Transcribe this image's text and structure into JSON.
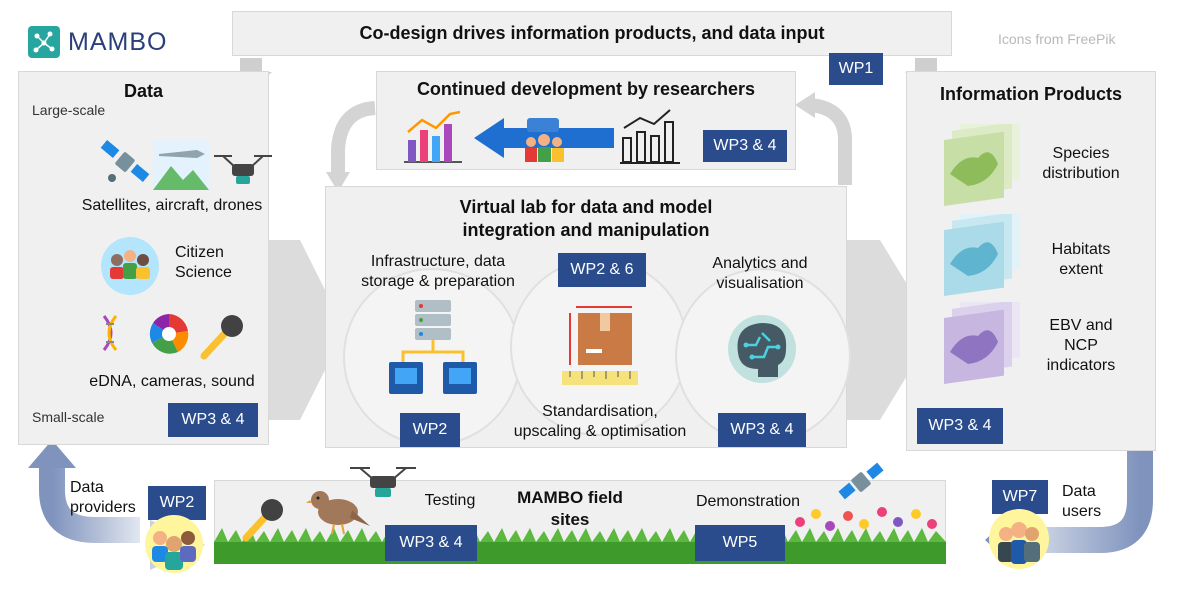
{
  "logo": {
    "text": "MAMBO"
  },
  "credit": "Icons from FreePik",
  "codesign": {
    "title": "Co-design drives information products, and data input",
    "wp": "WP1"
  },
  "continued": {
    "title": "Continued development by researchers",
    "wp": "WP3 & 4"
  },
  "data_panel": {
    "title": "Data",
    "large_scale": "Large-scale",
    "small_scale": "Small-scale",
    "items": [
      "Satellites, aircraft, drones",
      "Citizen\nScience",
      "eDNA, cameras, sound"
    ],
    "wp": "WP3 & 4"
  },
  "virtual_lab": {
    "title_line1": "Virtual lab for data and model",
    "title_line2": "integration and manipulation",
    "infra": "Infrastructure, data\nstorage & preparation",
    "analytics": "Analytics and\nvisualisation",
    "standard": "Standardisation,\nupscaling & optimisation",
    "wp_center": "WP2 & 6",
    "wp_left": "WP2",
    "wp_right": "WP3 & 4"
  },
  "info_panel": {
    "title": "Information Products",
    "items": [
      "Species\ndistribution",
      "Habitats\nextent",
      "EBV and\nNCP\nindicators"
    ],
    "wp": "WP3 & 4"
  },
  "field": {
    "title_line1": "MAMBO field",
    "title_line2": "sites",
    "testing": "Testing",
    "demonstration": "Demonstration",
    "wp_testing": "WP3 & 4",
    "wp_demo": "WP5"
  },
  "providers": {
    "label": "Data\nproviders",
    "wp": "WP2"
  },
  "users": {
    "label": "Data\nusers",
    "wp": "WP7"
  },
  "colors": {
    "wp_box": "#2b4c8c",
    "panel": "#f0f0f0",
    "arrow": "#d6d6d6",
    "grass": "#3f9a2c"
  }
}
